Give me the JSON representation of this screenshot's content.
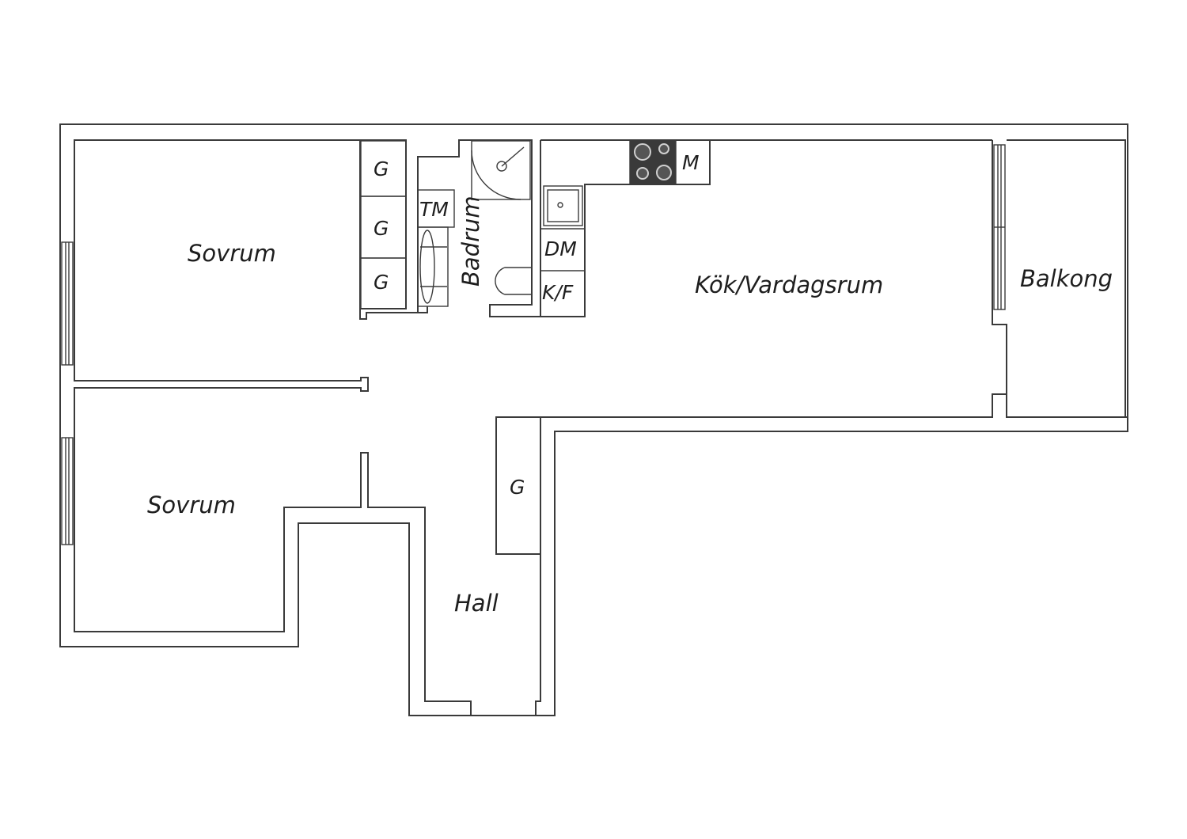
{
  "rooms": {
    "bedroom_1": "Sovrum",
    "bedroom_2": "Sovrum",
    "bathroom": "Badrum",
    "kitchen_living": "Kök/Vardagsrum",
    "balcony": "Balkong",
    "hall": "Hall"
  },
  "fixtures": {
    "wardrobe_1": "G",
    "wardrobe_2": "G",
    "wardrobe_3": "G",
    "wardrobe_hall": "G",
    "washing_machine": "TM",
    "dishwasher": "DM",
    "fridge_freezer": "K/F",
    "microwave": "M"
  },
  "colors": {
    "wall": "#3a3a3a",
    "stove": "#3a3a3a"
  }
}
